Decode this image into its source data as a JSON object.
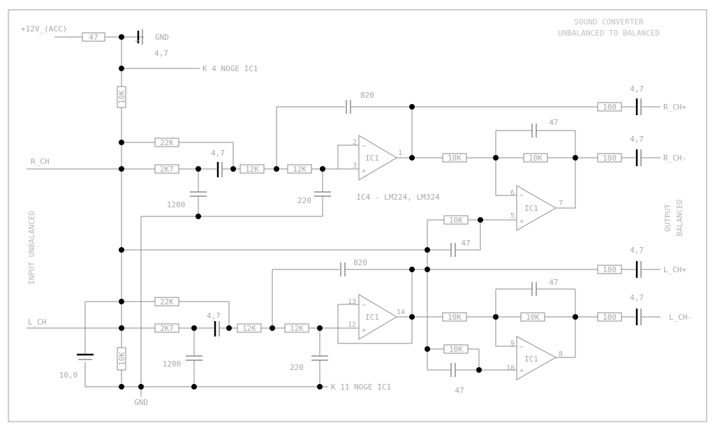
{
  "title": {
    "line1": "SOUND CONVERTER",
    "line2": "UNBALANCED TO BALANCED"
  },
  "side_labels": {
    "input": "INPUT UNBALANCED",
    "output_line1": "OUTPUT",
    "output_line2": "BALANCED"
  },
  "power": {
    "supply": "+12V_(ACC)",
    "gnd_top": "GND",
    "gnd_bottom": "GND",
    "pin4": "K 4 NOGE IC1",
    "pin11": "K 11 NOGE IC1"
  },
  "inputs": {
    "right": "R_CH",
    "left": "L_CH"
  },
  "outputs": {
    "r_plus": "R_CH+",
    "r_minus": "R_CH-",
    "l_plus": "L_CH+",
    "l_minus": "L_CH-"
  },
  "ic_note": "IC4 - LM224, LM324",
  "opamp": {
    "name": "IC1"
  },
  "pins": {
    "a_minus": "2",
    "a_plus": "3",
    "a_out": "1",
    "b_minus": "6",
    "b_plus": "5",
    "b_out": "7",
    "c_minus": "13",
    "c_plus": "12",
    "c_out": "14",
    "d_minus": "9",
    "d_plus": "10",
    "d_out": "8",
    "plus_sign": "+",
    "minus_sign": "−"
  },
  "components": {
    "r47": "47",
    "r10k": "10K",
    "r22k": "22K",
    "r2k7": "2K7",
    "r12k": "12K",
    "r180": "180",
    "c4_7": "4,7",
    "c820": "820",
    "c1200": "1200",
    "c220": "220",
    "c47": "47",
    "c10_0": "10,0"
  }
}
